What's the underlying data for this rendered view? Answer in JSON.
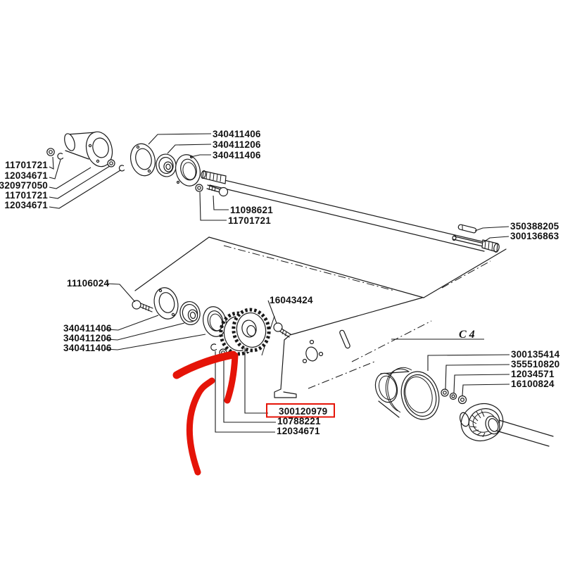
{
  "diagram_type": "exploded-parts-diagram",
  "colors": {
    "ink": "#1a1a1a",
    "highlight": "#e51408",
    "background": "#ffffff"
  },
  "section_label": "C 4",
  "highlighted_part": "300120979",
  "part_labels": {
    "upper_left": [
      "11701721",
      "12034671",
      "320977050",
      "11701721",
      "12034671"
    ],
    "upper_middle": [
      "340411406",
      "340411206",
      "340411406"
    ],
    "shaft_front": [
      "11098621",
      "11701721"
    ],
    "shaft_end": [
      "350388205",
      "300136863"
    ],
    "mid_bolt": "11106024",
    "mid_left": [
      "340411406",
      "340411206",
      "340411406"
    ],
    "bracket_bolt": "16043424",
    "lower_right": [
      "300135414",
      "355510820",
      "12034571",
      "16100824"
    ],
    "lower_middle": [
      "300120979",
      "10788221",
      "12034671"
    ]
  }
}
